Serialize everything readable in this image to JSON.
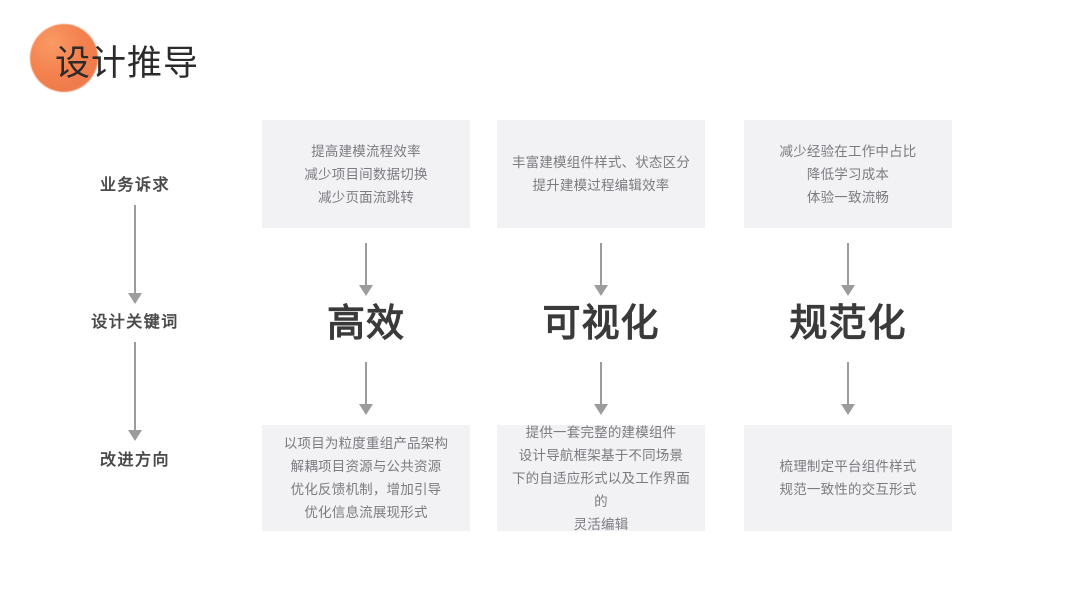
{
  "title": {
    "text": "设计推导",
    "blob_color": "#f4824f"
  },
  "row_labels": [
    {
      "label": "业务诉求"
    },
    {
      "label": "设计关键词"
    },
    {
      "label": "改进方向"
    }
  ],
  "columns": [
    {
      "top_box": "提高建模流程效率\n减少项目间数据切换\n减少页面流跳转",
      "keyword": "高效",
      "bottom_box": "以项目为粒度重组产品架构\n解耦项目资源与公共资源\n优化反馈机制，增加引导\n优化信息流展现形式"
    },
    {
      "top_box": "丰富建模组件样式、状态区分\n提升建模过程编辑效率",
      "keyword": "可视化",
      "bottom_box": "提供一套完整的建模组件\n设计导航框架基于不同场景\n下的自适应形式以及工作界面的\n灵活编辑"
    },
    {
      "top_box": "减少经验在工作中占比\n降低学习成本\n体验一致流畅",
      "keyword": "规范化",
      "bottom_box": "梳理制定平台组件样式\n规范一致性的交互形式"
    }
  ],
  "style": {
    "box_background": "#f2f2f4",
    "box_text_color": "#7b7b80",
    "keyword_color": "#3a3a3a",
    "arrow_color": "#9c9c9c",
    "page_background": "#ffffff"
  }
}
